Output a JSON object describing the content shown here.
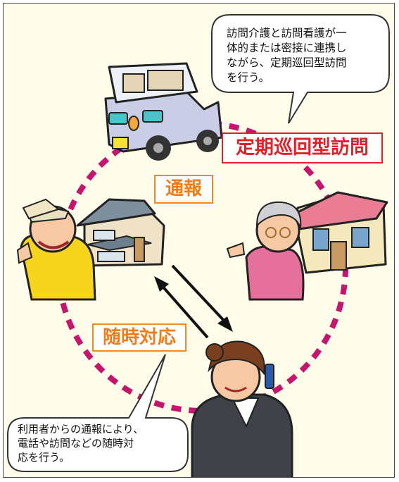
{
  "title_label": "定期巡回型訪問",
  "report_label": "通報",
  "response_label": "随時対応",
  "bubble_top": "訪問介護と訪問看護が一\n体的または密接に連携し\nながら、定期巡回型訪問\nを行う。",
  "bubble_bottom": "利用者からの通報により、\n電話や訪問などの随時対\n応を行う。",
  "colors": {
    "circle_dash": "#c3166c",
    "title_accent": "#e2202a",
    "label_accent": "#ef7d19",
    "background": "#fffdea"
  },
  "illustrations": [
    "care-van-icon",
    "elderly-man-with-house-icon",
    "elderly-woman-with-house-icon",
    "operator-on-phone-icon"
  ]
}
